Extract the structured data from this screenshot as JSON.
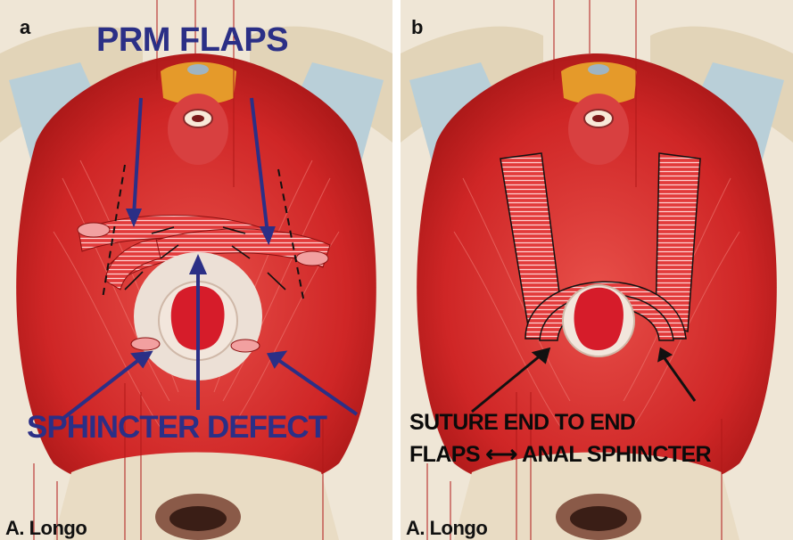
{
  "panel_a": {
    "letter": "a",
    "title": "PRM FLAPS",
    "bottom_label": "SPHINCTER DEFECT",
    "credit": "A. Longo"
  },
  "panel_b": {
    "letter": "b",
    "caption_line1": "SUTURE END TO END",
    "caption_line2_left": "FLAPS",
    "caption_line2_right": "ANAL SPHINCTER",
    "credit": "A. Longo"
  },
  "colors": {
    "muscle": "#d42a2a",
    "muscle_dark": "#a81818",
    "bone": "#e8dcc6",
    "fat": "#e59a2a",
    "blue_label": "#2b2f86"
  },
  "icons": {
    "double_arrow": "left-right-arrow-icon"
  }
}
